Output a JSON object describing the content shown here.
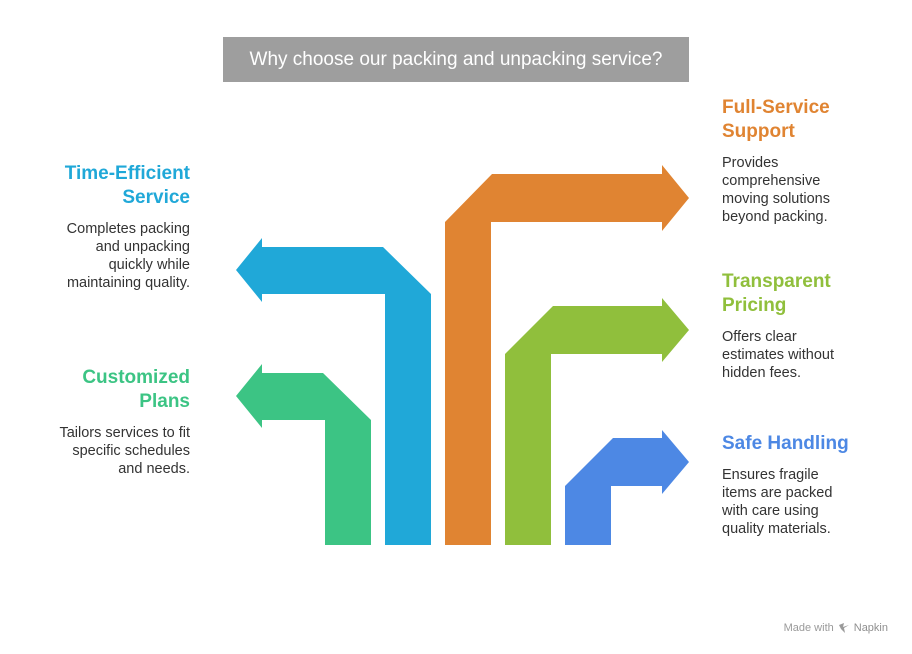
{
  "title": "Why choose our packing and unpacking service?",
  "colors": {
    "title_bg": "#9e9e9e",
    "customized": "#3cc484",
    "time": "#20a8d8",
    "full": "#e08432",
    "transparent": "#90bf3c",
    "safe": "#4d88e4"
  },
  "items": [
    {
      "heading": [
        "Time-Efficient",
        "Service"
      ],
      "desc": [
        "Completes packing",
        "and unpacking",
        "quickly while",
        "maintaining quality."
      ]
    },
    {
      "heading": [
        "Customized",
        "Plans"
      ],
      "desc": [
        "Tailors services to fit",
        "specific schedules",
        "and needs."
      ]
    },
    {
      "heading": [
        "Full-Service",
        "Support"
      ],
      "desc": [
        "Provides",
        "comprehensive",
        "moving solutions",
        "beyond packing."
      ]
    },
    {
      "heading": [
        "Transparent",
        "Pricing"
      ],
      "desc": [
        "Offers clear",
        "estimates without",
        "hidden fees."
      ]
    },
    {
      "heading": [
        "Safe Handling"
      ],
      "desc": [
        "Ensures fragile",
        "items are packed",
        "with care using",
        "quality materials."
      ]
    }
  ],
  "footer": {
    "made_with": "Made with",
    "brand": "Napkin",
    "icon": "napkin-logo-icon"
  }
}
